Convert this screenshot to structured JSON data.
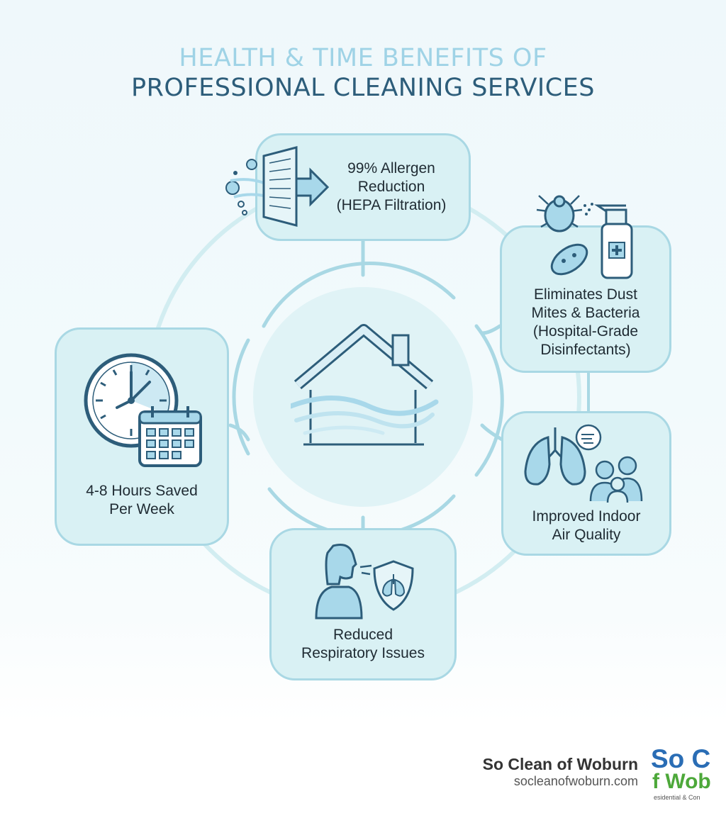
{
  "title": {
    "line1": "HEALTH & TIME BENEFITS OF",
    "line2": "PROFESSIONAL CLEANING SERVICES"
  },
  "benefits": {
    "allergen": {
      "line1": "99% Allergen",
      "line2": "Reduction",
      "line3": "(HEPA Filtration)",
      "icon": "hepa-filter-icon"
    },
    "dust_mites": {
      "line1": "Eliminates Dust",
      "line2": "Mites & Bacteria",
      "line3": "(Hospital-Grade",
      "line4": "Disinfectants)",
      "icon": "dust-mite-bacteria-spray-icon"
    },
    "air_quality": {
      "line1": "Improved Indoor",
      "line2": "Air Quality",
      "icon": "lungs-family-icon"
    },
    "respiratory": {
      "line1": "Reduced",
      "line2": "Respiratory Issues",
      "icon": "breathing-shield-icon"
    },
    "hours": {
      "line1": "4-8 Hours Saved",
      "line2": "Per Week",
      "icon": "clock-calendar-icon"
    }
  },
  "center_icon": "house-fresh-air-icon",
  "footer": {
    "brand_name": "So Clean of Woburn",
    "url": "socleanofwoburn.com",
    "logo_line1": "So Cle",
    "logo_line2": "f Wobu",
    "logo_line3": "esidential & Con"
  },
  "colors": {
    "card_fill": "#d9f1f4",
    "card_border": "#a9d8e4",
    "icon_stroke": "#2d5d7a",
    "icon_fill": "#a8d8ea",
    "title_light": "#9fd3e6",
    "title_dark": "#2d5d7a"
  }
}
